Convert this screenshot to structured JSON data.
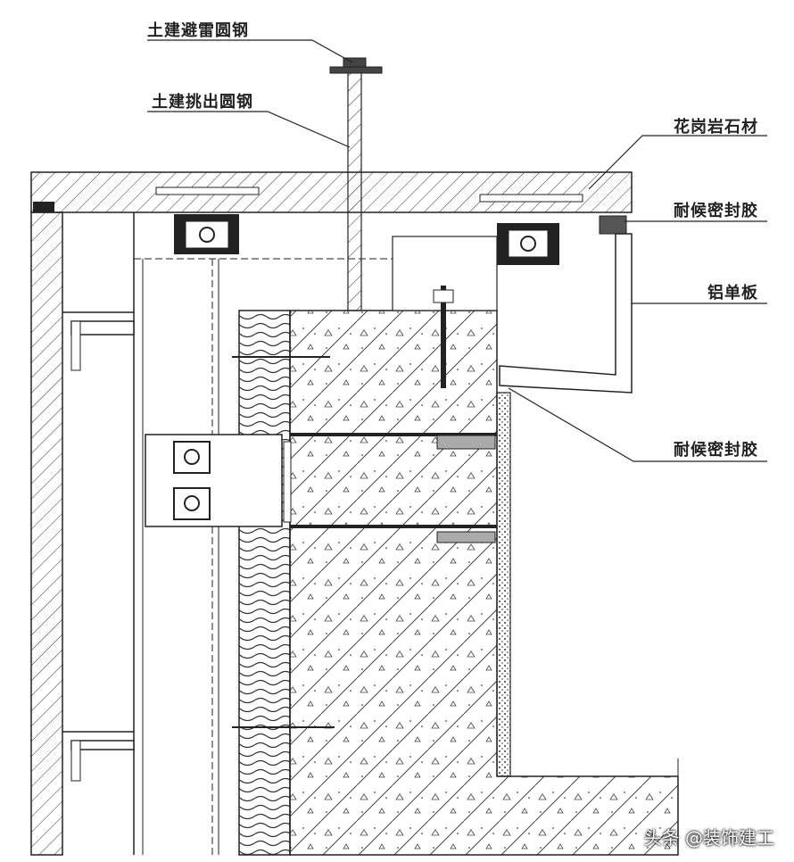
{
  "labels": {
    "lightning_rod": "土建避雷圆钢",
    "projecting_rod": "土建挑出圆钢",
    "granite": "花岗岩石材",
    "sealant_top": "耐候密封胶",
    "aluminum_panel": "铝单板",
    "sealant_bottom": "耐候密封胶"
  },
  "watermark": "头条 @装饰建工"
}
